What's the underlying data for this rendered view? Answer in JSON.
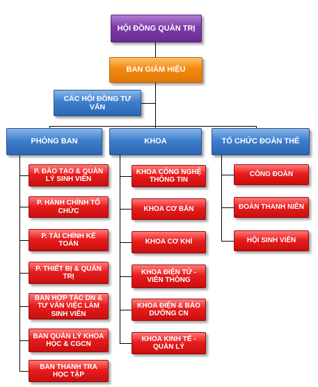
{
  "board": "HỘI ĐỒNG QUẢN TRỊ",
  "directors": "BAN GIÁM HIỆU",
  "councils": "CÁC HỘI ĐỒNG TƯ VẤN",
  "departments": {
    "title": "PHÒNG BAN",
    "items": [
      "P. ĐÀO TẠO & QUẢN LÝ SINH VIÊN",
      "P. HÀNH CHÍNH TỔ CHỨC",
      "P. TÀI CHÍNH KẾ TOÁN",
      "P. THIẾT BỊ & QUẢN TRỊ",
      "BAN HỢP TÁC DN & TƯ VẤN VIỆC LÀM SINH VIÊN",
      "BAN QUẢN LÝ KHOA HỌC & CGCN",
      "BAN THANH TRA HỌC TẬP"
    ]
  },
  "faculties": {
    "title": "KHOA",
    "items": [
      "KHOA CÔNG NGHỆ THÔNG TIN",
      "KHOA CƠ BẢN",
      "KHOA CƠ KHÍ",
      "KHOA ĐIỆN TỬ - VIỄN THÔNG",
      "KHOA ĐIỆN & BẢO DƯỠNG CN",
      "KHOA KINH TẾ - QUẢN LÝ"
    ]
  },
  "unions": {
    "title": "TỔ CHỨC ĐOÀN THỂ",
    "items": [
      "CÔNG ĐOÀN",
      "ĐOÀN THANH NIÊN",
      "HỘI SINH VIÊN"
    ]
  }
}
